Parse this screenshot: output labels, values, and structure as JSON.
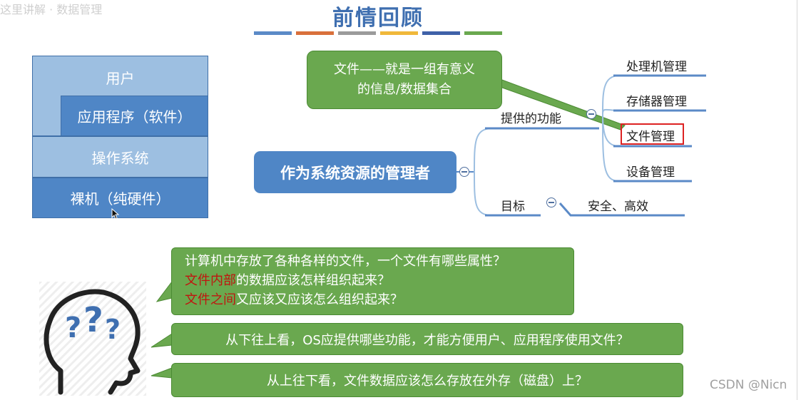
{
  "top_faded": "这里讲解 · 数据管理",
  "title": "前情回顾",
  "title_bar_colors": [
    "#5b8ac7",
    "#d9703b",
    "#9b9b9b",
    "#f0b83a",
    "#3f61a8",
    "#6aa84f"
  ],
  "layers": {
    "user": "用户",
    "app": "应用程序（软件）",
    "os": "操作系统",
    "hardware": "裸机（纯硬件）"
  },
  "mindmap": {
    "callout": {
      "line1": "文件——就是一组有意义",
      "line2": "的信息/数据集合"
    },
    "central": "作为系统资源的管理者",
    "branch_functions": "提供的功能",
    "branch_goal": "目标",
    "functions": [
      "处理机管理",
      "存储器管理",
      "文件管理",
      "设备管理"
    ],
    "goal": "安全、高效"
  },
  "questions": {
    "q1": {
      "line1": "计算机中存放了各种各样的文件，一个文件有哪些属性？",
      "line2_red": "文件内部",
      "line2_rest": "的数据应该怎样组织起来？",
      "line3_red": "文件之间",
      "line3_rest": "又应该又应该怎么组织起来？"
    },
    "q2": "从下往上看，OS应提供哪些功能，才能方便用户、应用程序使用文件？",
    "q3": "从上往下看，文件数据应该怎么存放在外存（磁盘）上？"
  },
  "watermark": "CSDN @Nicn",
  "colors": {
    "accent_blue": "#4f86c6",
    "accent_green": "#6aa84f",
    "highlight_red": "#d22222"
  }
}
